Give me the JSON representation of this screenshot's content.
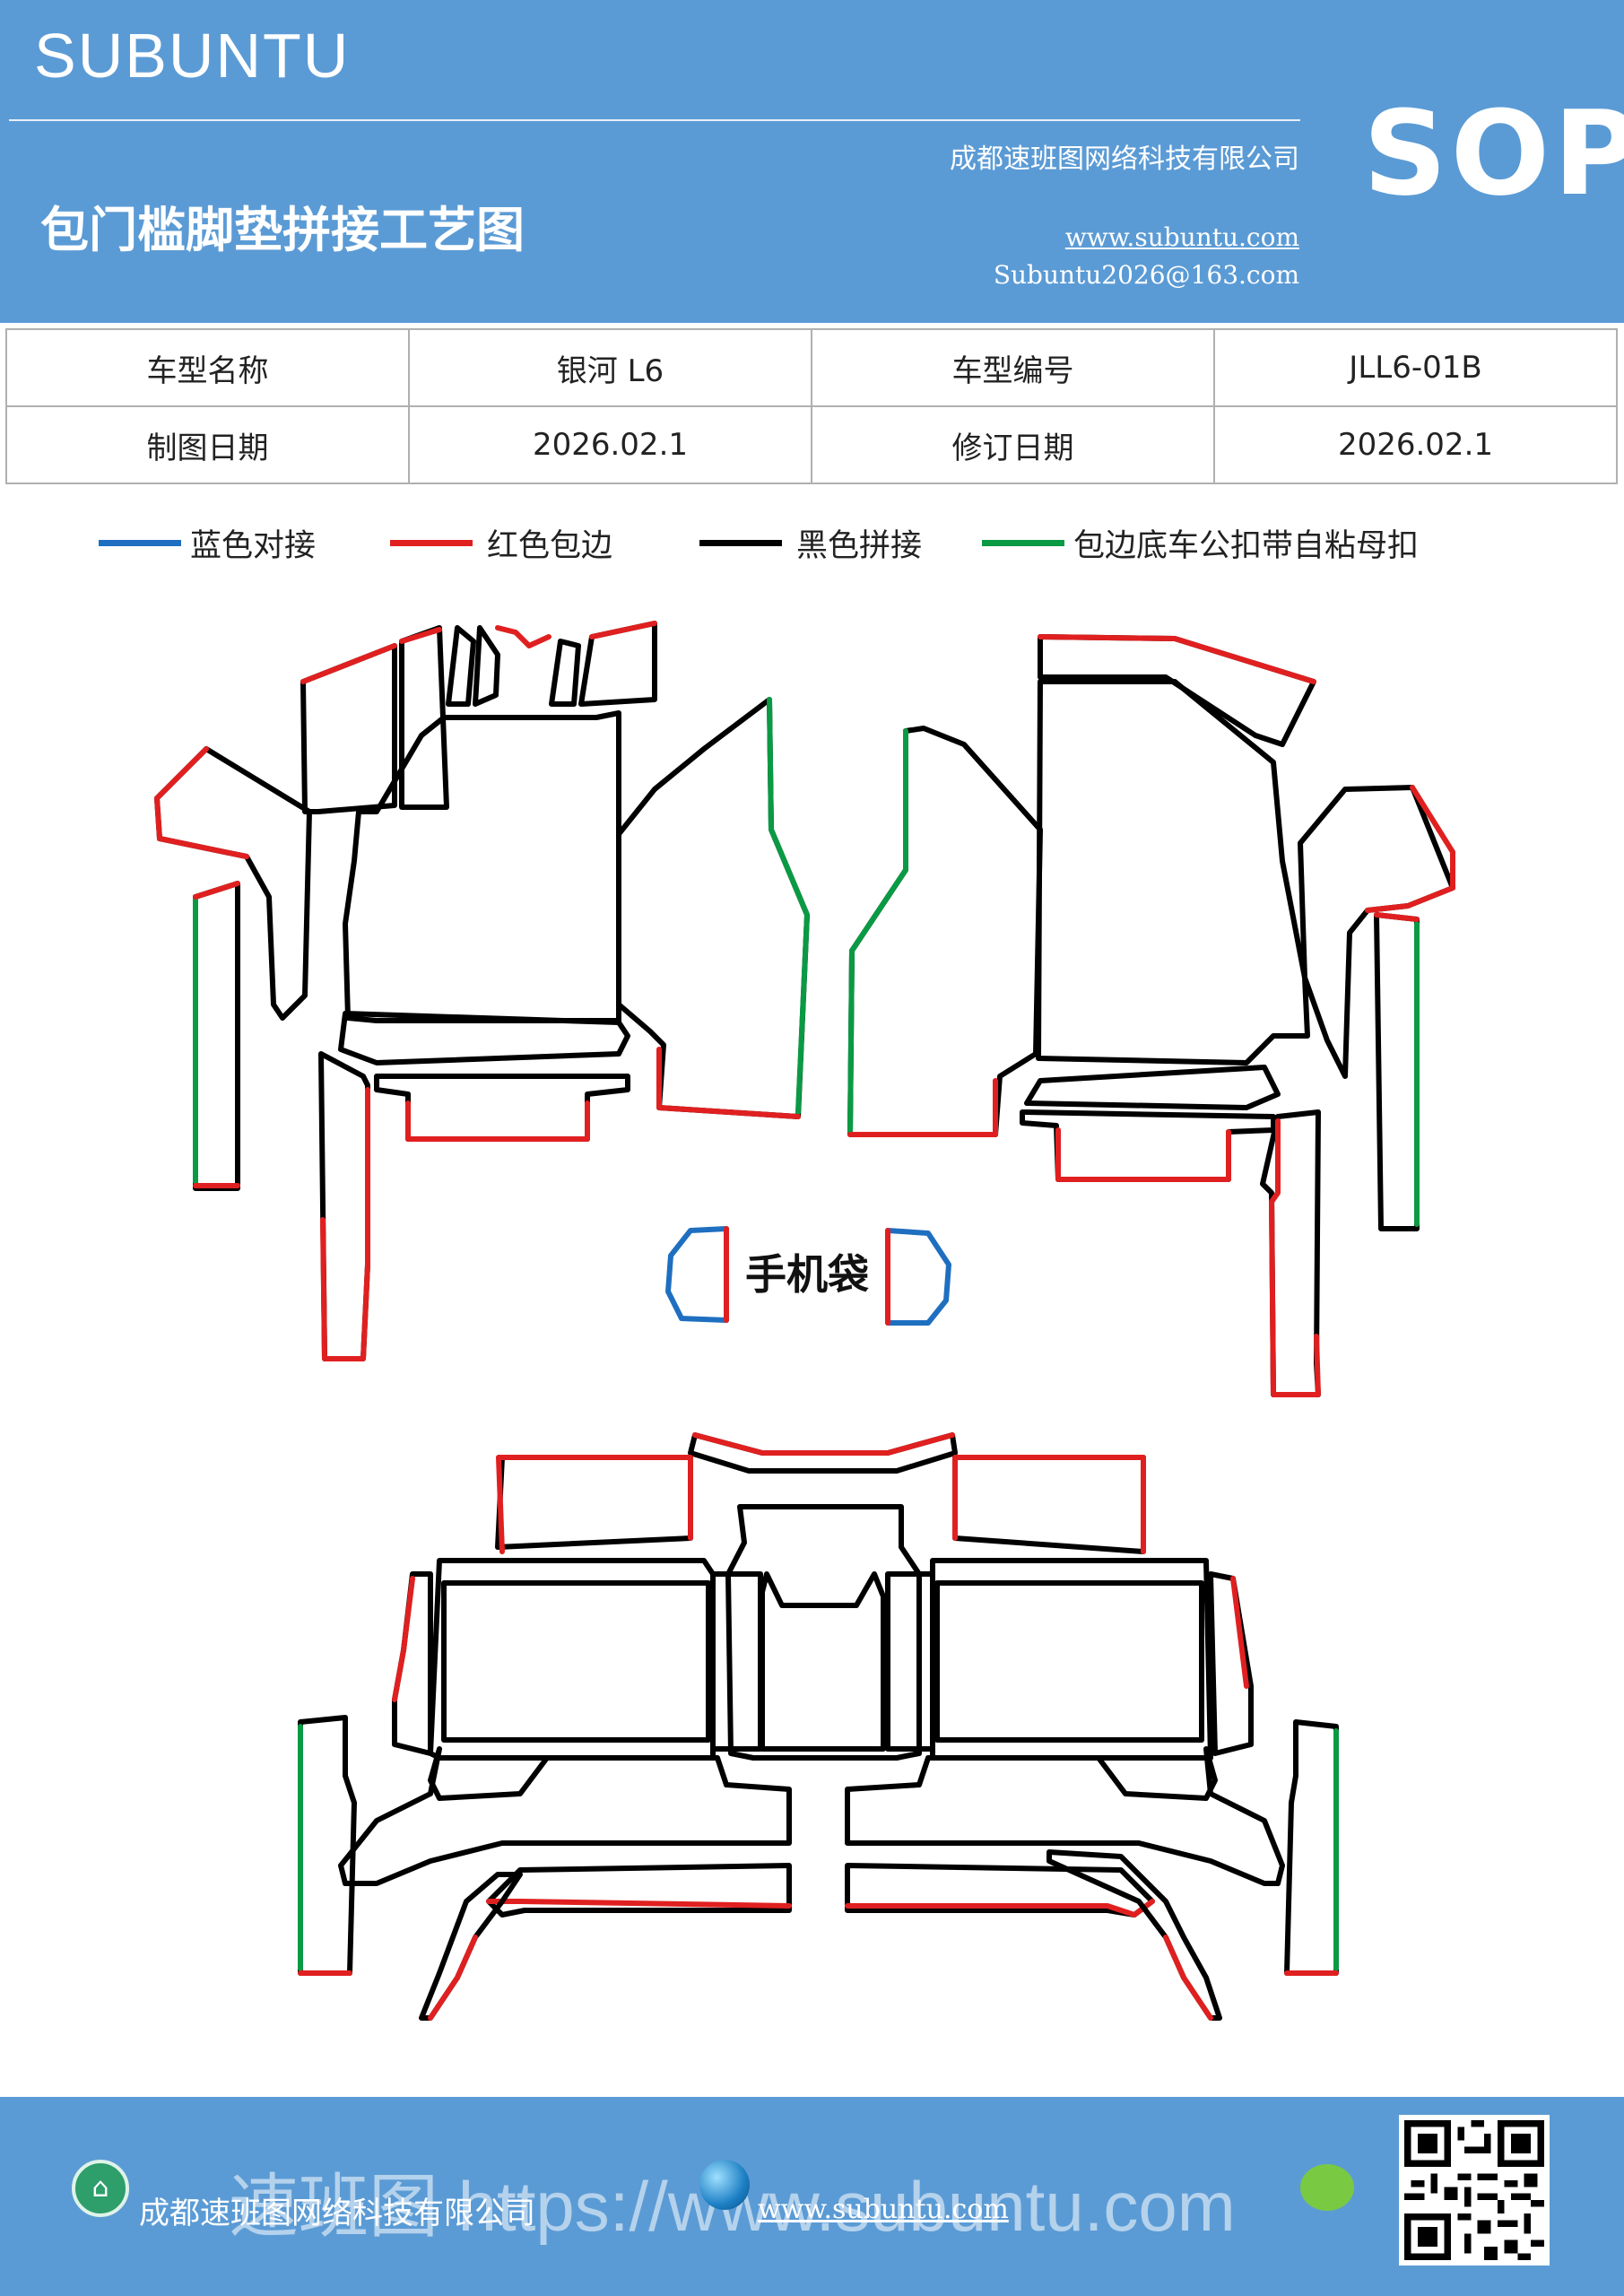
{
  "header": {
    "brand": "SUBUNTU",
    "title": "包门槛脚垫拼接工艺图",
    "company": "成都速班图网络科技有限公司",
    "website": "www.subuntu.com",
    "email": "Subuntu2026@163.com",
    "badge": "SOP"
  },
  "info": {
    "model_name_label": "车型名称",
    "model_name": "银河 L6",
    "model_code_label": "车型编号",
    "model_code": "JLL6-01B",
    "draw_date_label": "制图日期",
    "draw_date": "2026.02.1",
    "revise_date_label": "修订日期",
    "revise_date": "2026.02.1"
  },
  "legend": [
    {
      "label": "蓝色对接",
      "color": "#1f6fc0"
    },
    {
      "label": "红色包边",
      "color": "#e02020"
    },
    {
      "label": "黑色拼接",
      "color": "#000000"
    },
    {
      "label": "包边底车公扣带自粘母扣",
      "color": "#0a9a44"
    }
  ],
  "diagram": {
    "phone_pocket": "手机袋"
  },
  "footer": {
    "company": "成都速班图网络科技有限公司",
    "website": "www.subuntu.com",
    "watermark": "速班图 https://www.subuntu.com"
  },
  "colors": {
    "header_bg": "#5b9bd5",
    "blue": "#1f6fc0",
    "red": "#e02020",
    "black": "#000000",
    "green": "#0a9a44"
  }
}
